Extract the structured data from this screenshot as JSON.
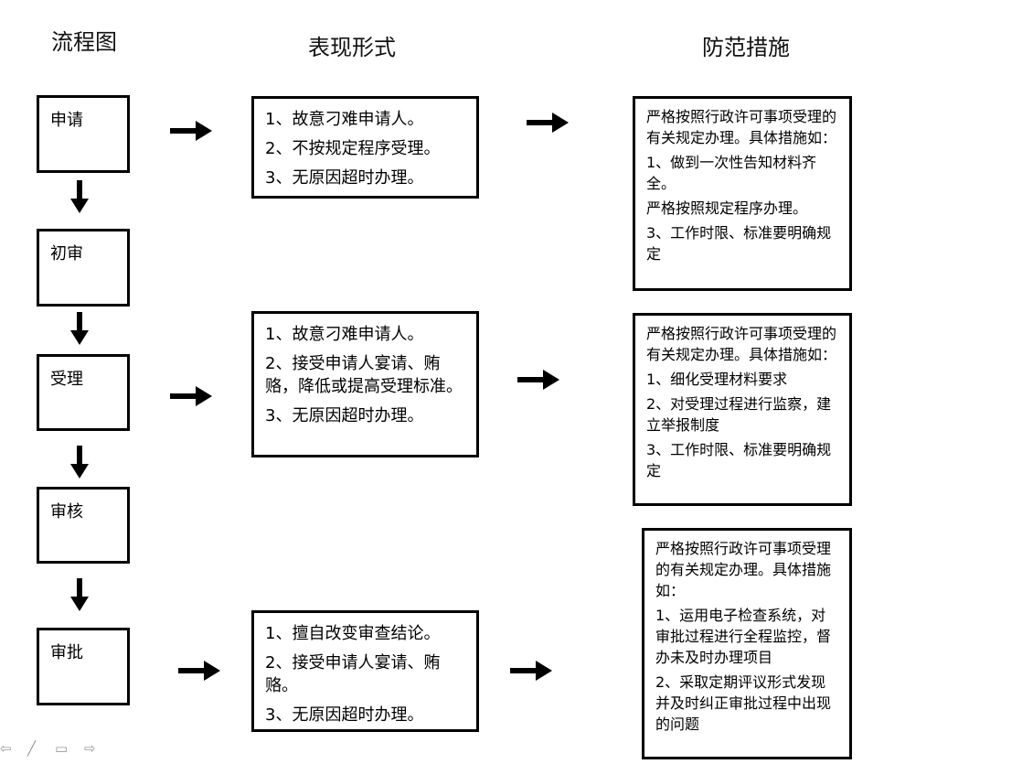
{
  "headers": {
    "flow": "流程图",
    "manifestation": "表现形式",
    "prevention": "防范措施"
  },
  "steps": [
    "申请",
    "初审",
    "受理",
    "审核",
    "审批"
  ],
  "manifestations": [
    [
      "1、故意刁难申请人。",
      "2、不按规定程序受理。",
      "3、无原因超时办理。"
    ],
    [
      "1、故意刁难申请人。",
      "2、接受申请人宴请、贿赂，降低或提高受理标准。",
      "3、无原因超时办理。"
    ],
    [
      "1、擅自改变审查结论。",
      "2、接受申请人宴请、贿赂。",
      "3、无原因超时办理。"
    ]
  ],
  "measures": [
    [
      "严格按照行政许可事项受理的有关规定办理。具体措施如：",
      "1、做到一次性告知材料齐全。",
      "严格按照规定程序办理。",
      "3、工作时限、标准要明确规定"
    ],
    [
      "严格按照行政许可事项受理的有关规定办理。具体措施如：",
      "1、细化受理材料要求",
      "2、对受理过程进行监察，建立举报制度",
      "3、工作时限、标准要明确规定"
    ],
    [
      "严格按照行政许可事项受理的有关规定办理。具体措施如：",
      "1、运用电子检查系统，对审批过程进行全程监控，督办未及时办理项目",
      "2、采取定期评议形式发现并及时纠正审批过程中出现的问题"
    ]
  ],
  "toolbar": {
    "icons": [
      "previous-icon",
      "pen-icon",
      "menu-icon",
      "next-icon"
    ],
    "glyphs": [
      "⇦",
      "╱",
      "▭",
      "⇨"
    ]
  }
}
